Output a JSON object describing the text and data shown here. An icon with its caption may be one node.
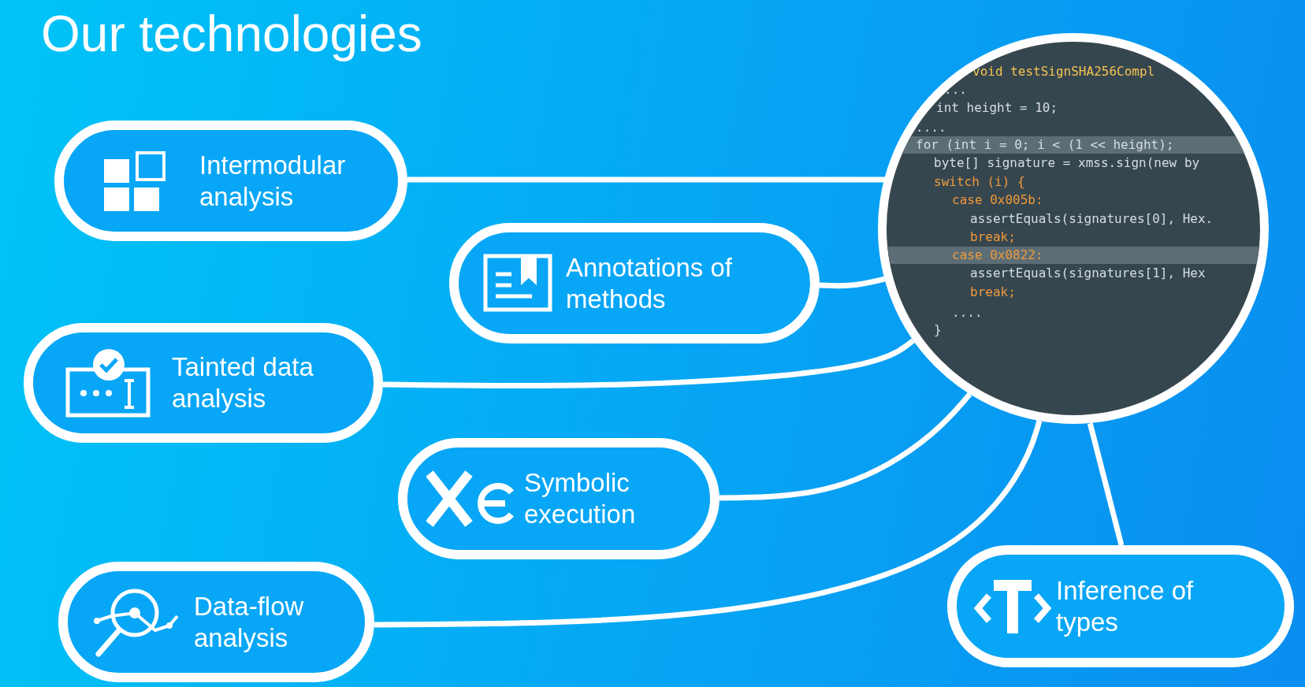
{
  "diagram": {
    "title": "Our technologies",
    "nodes": [
      {
        "text": [
          "void testSignSHA256Compl",
          "...",
          "int height = 10;",
          "....",
          "for (int i = 0; i < (1 << height);",
          "byte[] signature = xmss.sign(new by",
          "switch (i) {",
          "case 0x005b:",
          "assertEquals(signatures[0], Hex.",
          "break;",
          "case 0x0822:",
          "assertEquals(signatures[1], Hex",
          "break;",
          "....",
          "}"
        ]
      },
      {
        "text": [
          "Intermodular analysis"
        ]
      },
      {
        "text": [
          "Annotations of methods"
        ]
      },
      {
        "text": [
          "Tainted data analysis"
        ]
      },
      {
        "text": [
          "Symbolic execution"
        ]
      },
      {
        "text": [
          "Data-flow analysis"
        ]
      },
      {
        "text": [
          "Inference of types"
        ]
      }
    ],
    "edges": [
      {
        "from": 1,
        "to": 0,
        "arrow": "none"
      },
      {
        "from": 2,
        "to": 0,
        "arrow": "none"
      },
      {
        "from": 3,
        "to": 0,
        "arrow": "none"
      },
      {
        "from": 4,
        "to": 0,
        "arrow": "none"
      },
      {
        "from": 5,
        "to": 0,
        "arrow": "none"
      },
      {
        "from": 6,
        "to": 0,
        "arrow": "none"
      }
    ]
  }
}
